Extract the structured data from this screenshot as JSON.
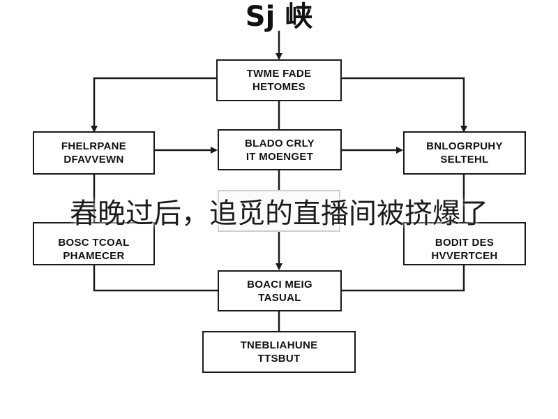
{
  "title": "Sj 峡",
  "overlay": "春晚过后，追觅的直播间被挤爆了",
  "nodes": {
    "top": [
      "TWME FADE",
      "HETOMES"
    ],
    "left_top": [
      "FHELRPANE",
      "DFAVVEWN"
    ],
    "center": [
      "BLADO CRLY",
      "IT MOENGET"
    ],
    "right_top": [
      "BNLOGRPUHY",
      "SELTEHL"
    ],
    "left_mid": [
      "BOSC TCOAL",
      "PHAMECER"
    ],
    "right_mid": [
      "BODIT DES",
      "HVVERTCEH"
    ],
    "lower": [
      "BOACI MEIG",
      "TASUAL"
    ],
    "bottom": [
      "TNEBLIAHUNE",
      "TTSBUT"
    ]
  },
  "colors": {
    "line": "#1a1a1a",
    "ghost_border": "#cfcfcf",
    "text": "#111111"
  }
}
